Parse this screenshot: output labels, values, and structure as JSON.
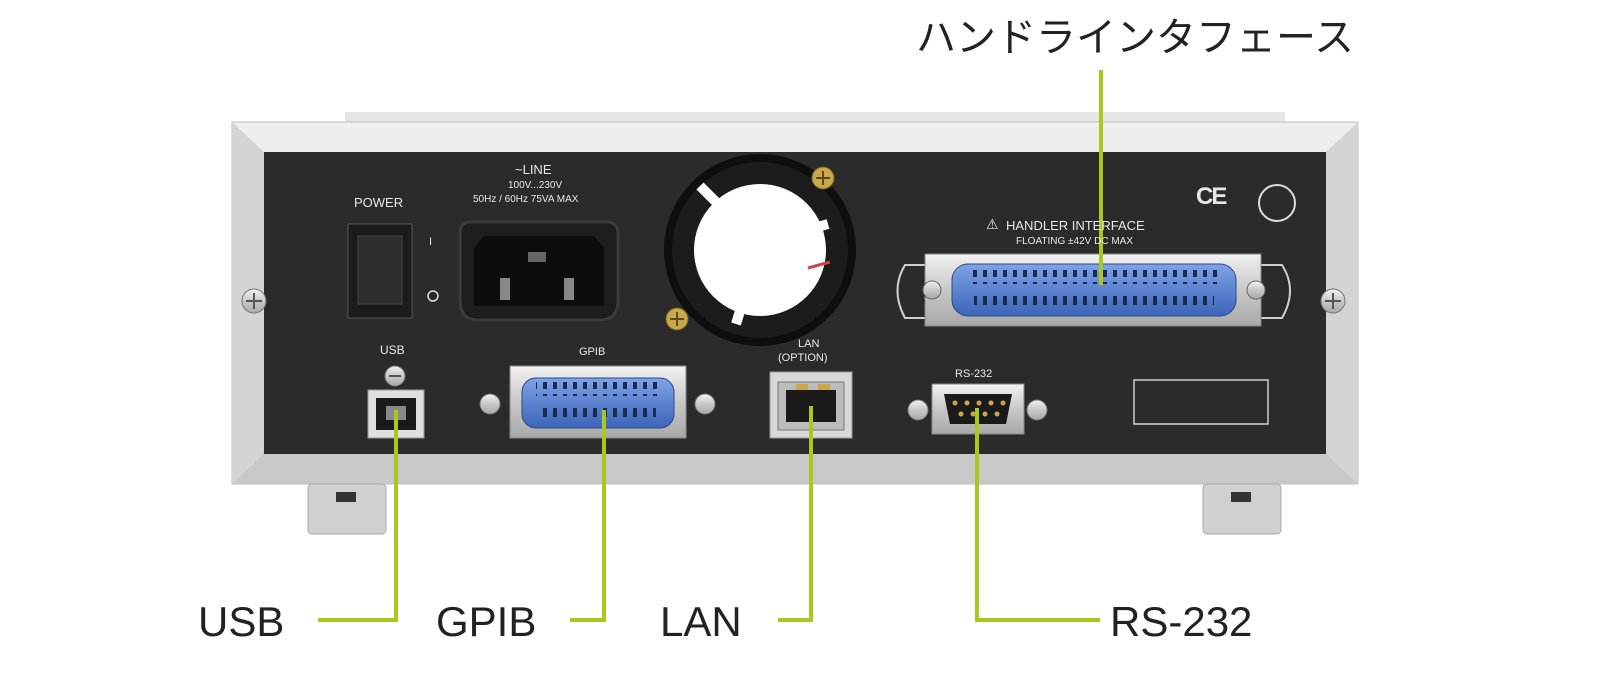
{
  "callouts": {
    "handler": "ハンドラインタフェース",
    "usb": "USB",
    "gpib": "GPIB",
    "lan": "LAN",
    "rs232": "RS-232"
  },
  "panel": {
    "power_label": "POWER",
    "power_on_mark": "I",
    "power_off_mark": "O",
    "line_title": "~LINE",
    "line_voltage": "100V...230V",
    "line_rating": "50Hz / 60Hz  75VA  MAX",
    "usb_label": "USB",
    "gpib_label": "GPIB",
    "lan_label": "LAN",
    "lan_option": "(OPTION)",
    "rs232_label": "RS-232",
    "handler_label": "HANDLER  INTERFACE",
    "handler_warning_symbol": "⚠",
    "handler_rating": "FLOATING  ±42V  DC  MAX",
    "ce_mark": "CE"
  },
  "colors": {
    "leader_line": "#a8c81e",
    "panel_face": "#2a2a2a",
    "chassis": "#dcdcdc",
    "connector_blue": "#4a74c4"
  }
}
